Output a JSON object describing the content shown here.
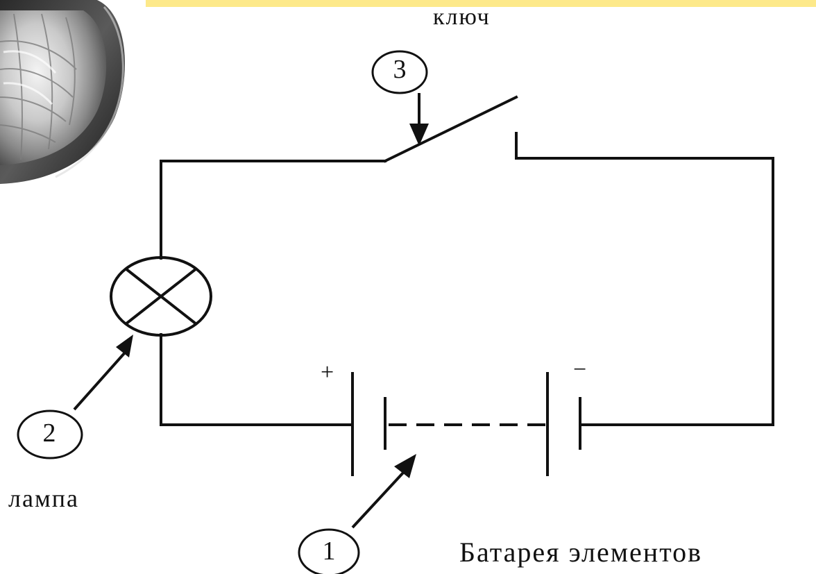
{
  "labels": {
    "key": "ключ",
    "lamp": "лампа",
    "battery": "Батарея элементов"
  },
  "callouts": {
    "one": "1",
    "two": "2",
    "three": "3"
  },
  "polarity": {
    "plus": "+",
    "minus": "−"
  },
  "colors": {
    "line": "#111111",
    "band": "#fde98a"
  }
}
